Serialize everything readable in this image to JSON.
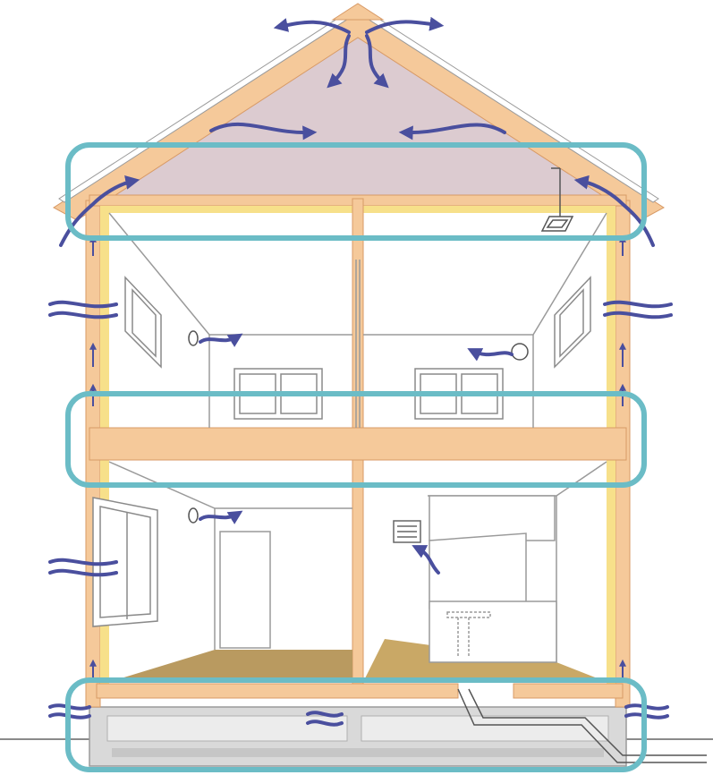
{
  "diagram": {
    "colors": {
      "timber": "#f5c99a",
      "timber_edge": "#d89a66",
      "insulation": "#f7e08a",
      "attic": "#dccbd0",
      "wall_line": "#9a9a9a",
      "floor_wood": "#b99a60",
      "floor_wood_right": "#c9a866",
      "foundation": "#d9d9d9",
      "airflow": "#4a4f9e",
      "highlight": "#6bbcc6",
      "roof_shingle": "#ffffff",
      "duct": "#666666"
    },
    "icons": {
      "airflow": "wavy-arrow-icon",
      "exhaust": "exhaust-fan-icon",
      "intake": "air-intake-icon",
      "vent": "ridge-vent-icon"
    },
    "highlight_zones": [
      "attic-insulation-zone",
      "mid-floor-zone",
      "crawlspace-zone"
    ]
  }
}
